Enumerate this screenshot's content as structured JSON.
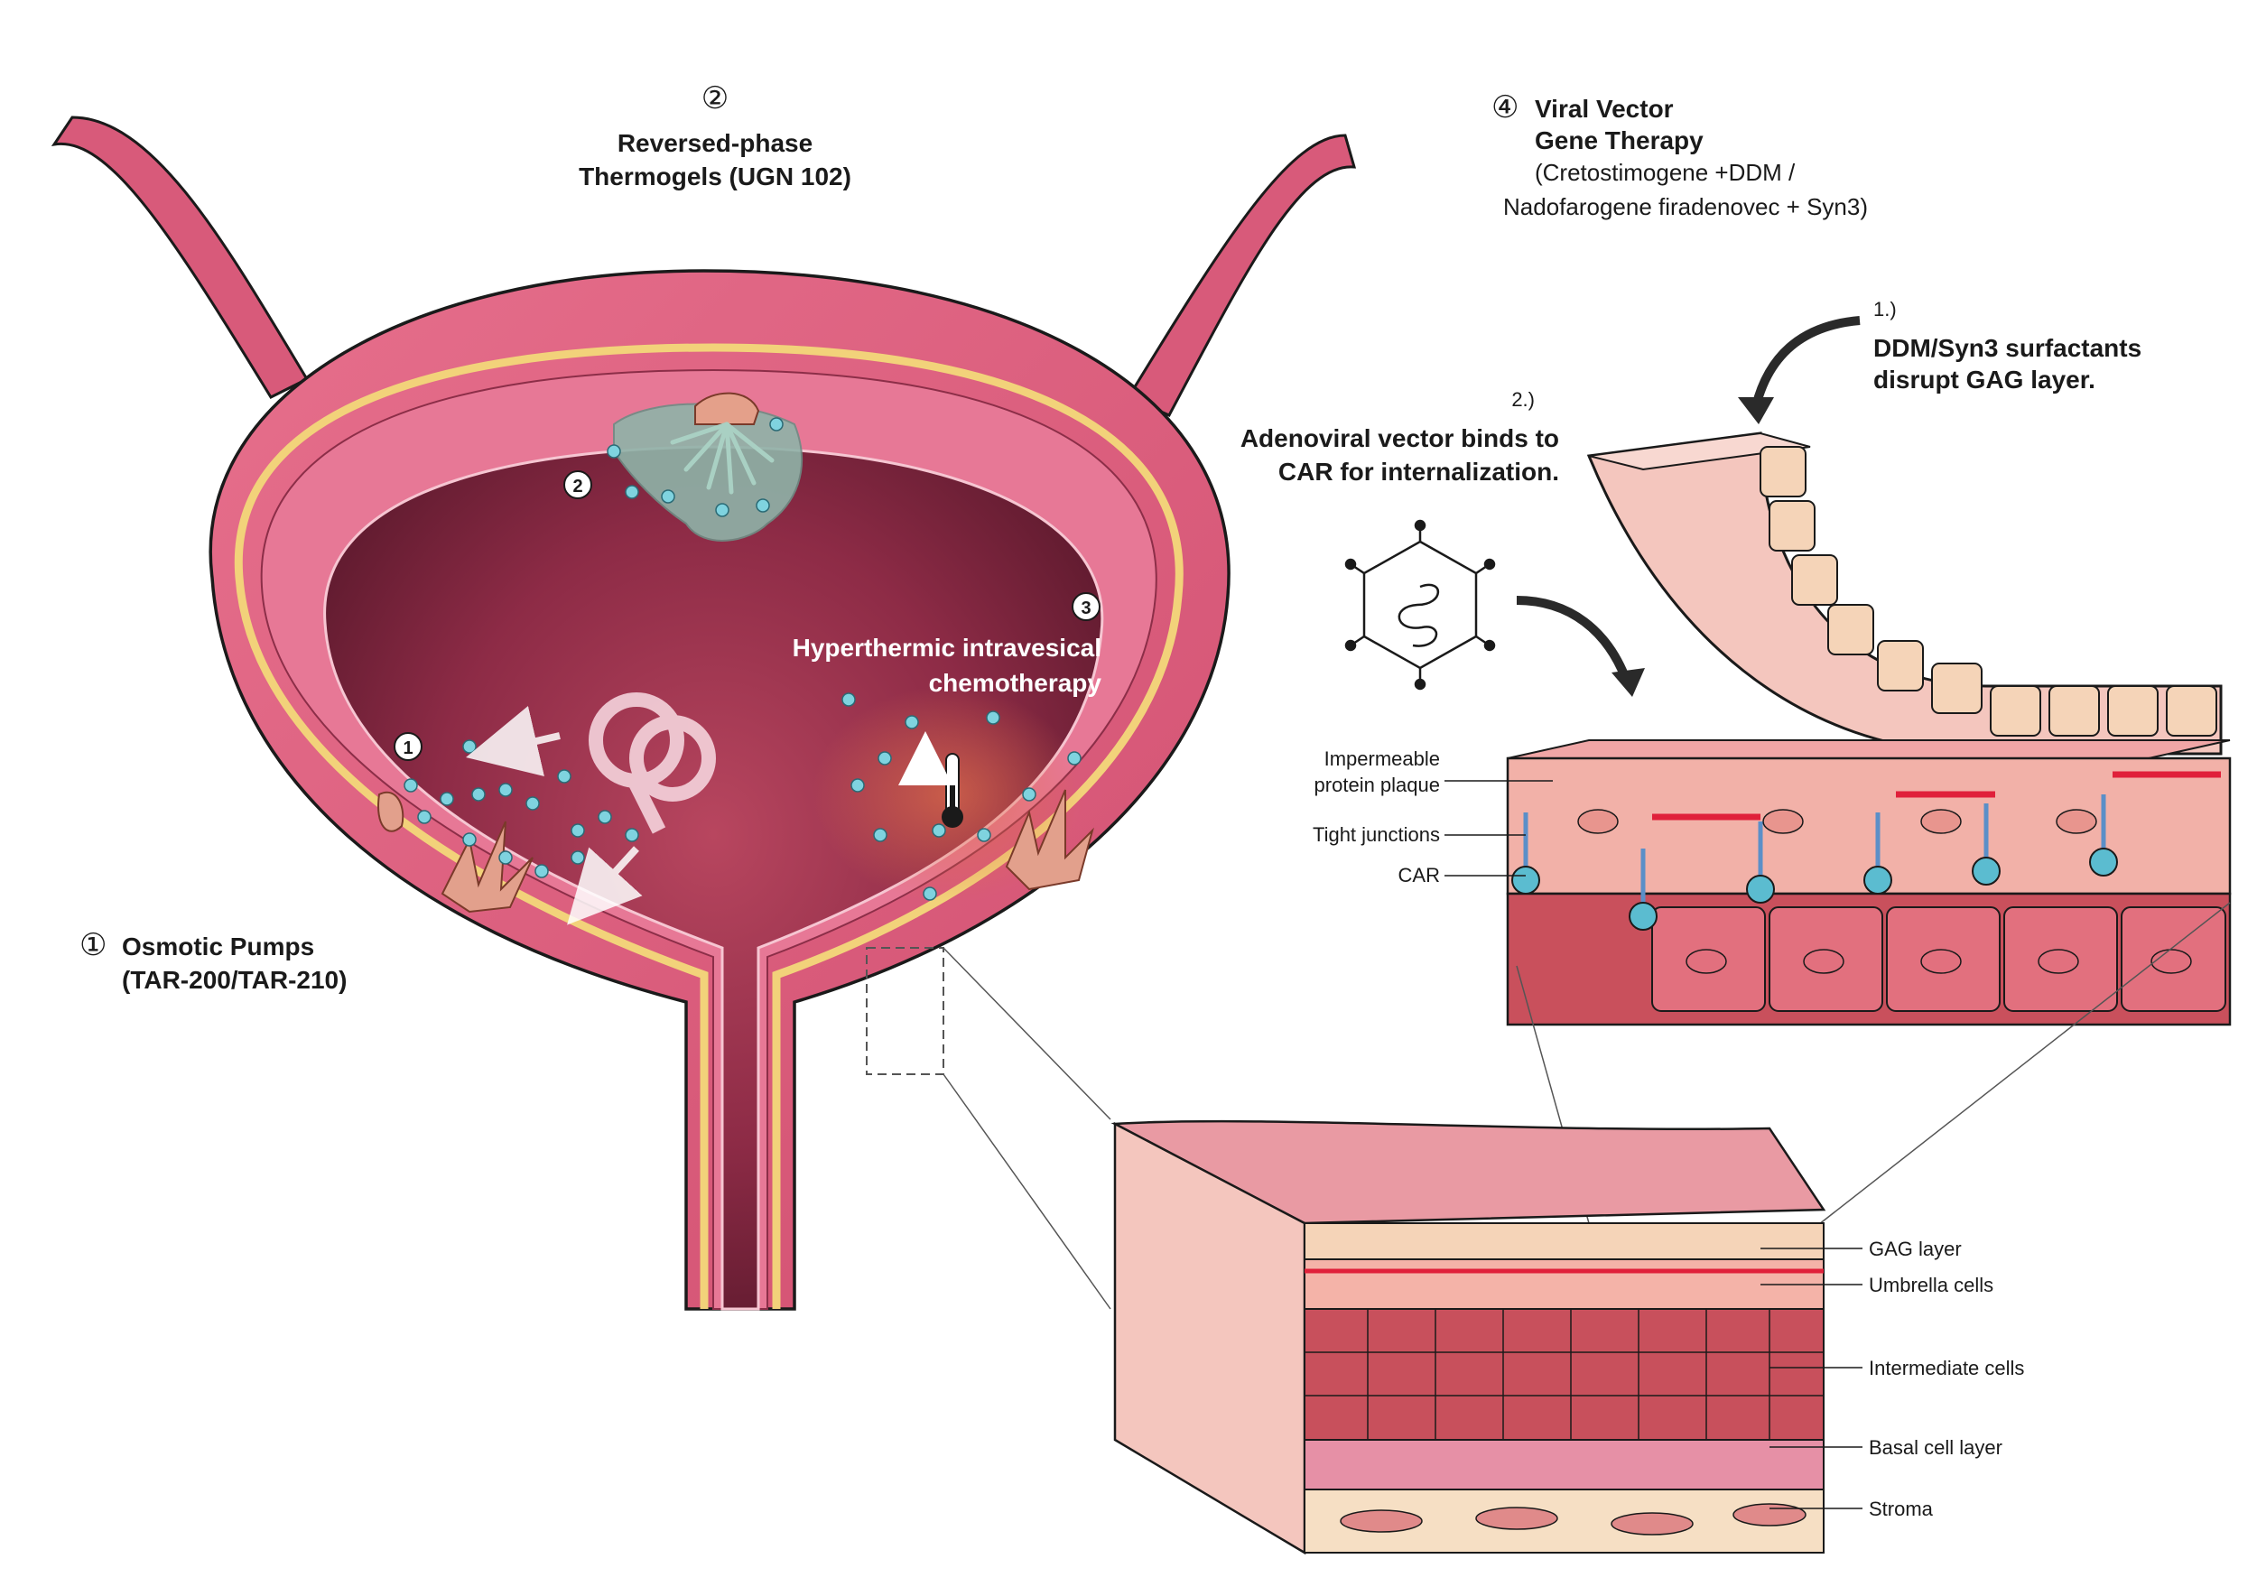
{
  "figure": {
    "bladder": {
      "label_2_number": "②",
      "label_2_line1": "Reversed-phase",
      "label_2_line2": "Thermogels (UGN 102)",
      "label_1_number": "①",
      "label_1_line1": "Osmotic Pumps",
      "label_1_line2": "(TAR-200/TAR-210)",
      "label_3_line1": "Hyperthermic intravesical",
      "label_3_line2": "chemotherapy",
      "marker_1": "1",
      "marker_2": "2",
      "marker_3": "3"
    },
    "gene_therapy": {
      "number": "④",
      "line1": "Viral Vector",
      "line2": "Gene Therapy",
      "line3": "(Cretostimogene +DDM /",
      "line4": "Nadofarogene firadenovec + Syn3)",
      "step1_num": "1.)",
      "step1_line1": "DDM/Syn3 surfactants",
      "step1_line2": "disrupt GAG layer.",
      "step2_num": "2.)",
      "step2_line1": "Adenoviral vector binds to",
      "step2_line2": "CAR for internalization.",
      "callout_plaque_1": "Impermeable",
      "callout_plaque_2": "protein plaque",
      "callout_tight": "Tight junctions",
      "callout_car": "CAR"
    },
    "layers": {
      "gag": "GAG layer",
      "umbrella": "Umbrella cells",
      "intermediate": "Intermediate cells",
      "basal": "Basal cell layer",
      "stroma": "Stroma"
    }
  },
  "colors": {
    "bladder_wall": "#d95a7a",
    "bladder_wall_light": "#ec8aa2",
    "lumen": "#8a2742",
    "thermogel": "#8fb3a8",
    "particle": "#7fd3df",
    "plaque": "#e0203a",
    "car": "#5bbcd0",
    "umbrella_cell": "#f4b3a8",
    "intermediate_cell": "#c8505c",
    "basal_cell": "#e690a6",
    "stroma": "#f6dfc4"
  }
}
